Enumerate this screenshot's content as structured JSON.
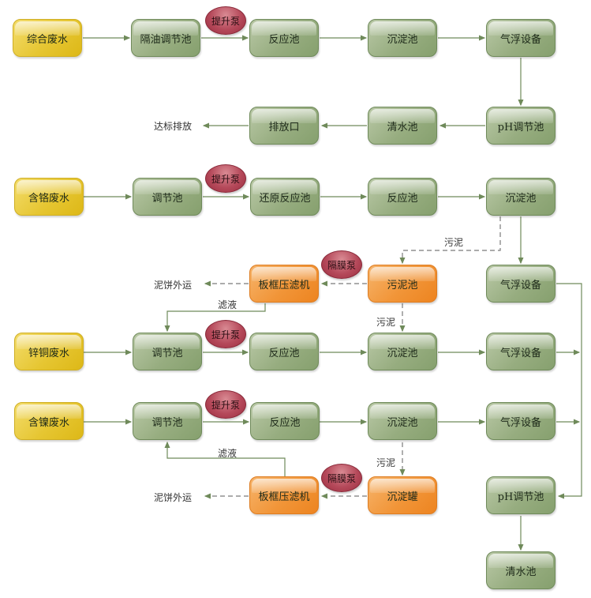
{
  "colors": {
    "process": "#97ad80",
    "source": "#e6c632",
    "sludge": "#f19538",
    "pump": "#b5495a",
    "line": "#6f8a5a"
  },
  "rows": {
    "r1": {
      "source": "综合废水",
      "b2": "隔油调节池",
      "pump": "提升泵",
      "b3": "反应池",
      "b4": "沉淀池",
      "b5": "气浮设备"
    },
    "r2": {
      "b5": "pH调节池",
      "b4": "清水池",
      "b3": "排放口",
      "out": "达标排放"
    },
    "r3": {
      "source": "含铬废水",
      "b2": "调节池",
      "pump": "提升泵",
      "b3": "还原反应池",
      "b4": "反应池",
      "b5": "沉淀池"
    },
    "r4": {
      "b3": "板框压滤机",
      "pump": "隔膜泵",
      "b4": "污泥池",
      "b5": "气浮设备",
      "out": "泥饼外运",
      "sludge_label": "污泥",
      "filtrate_label": "滤液"
    },
    "r5": {
      "source": "锌铜废水",
      "b2": "调节池",
      "pump": "提升泵",
      "b3": "反应池",
      "b4": "沉淀池",
      "b5": "气浮设备",
      "sludge_label": "污泥"
    },
    "r6": {
      "source": "含镍废水",
      "b2": "调节池",
      "pump": "提升泵",
      "b3": "反应池",
      "b4": "沉淀池",
      "b5": "气浮设备",
      "sludge_label": "污泥",
      "filtrate_label": "滤液"
    },
    "r7": {
      "b3": "板框压滤机",
      "pump": "隔膜泵",
      "b4": "沉淀罐",
      "b5": "pH调节池",
      "out": "泥饼外运"
    },
    "r8": {
      "b5": "清水池"
    }
  }
}
